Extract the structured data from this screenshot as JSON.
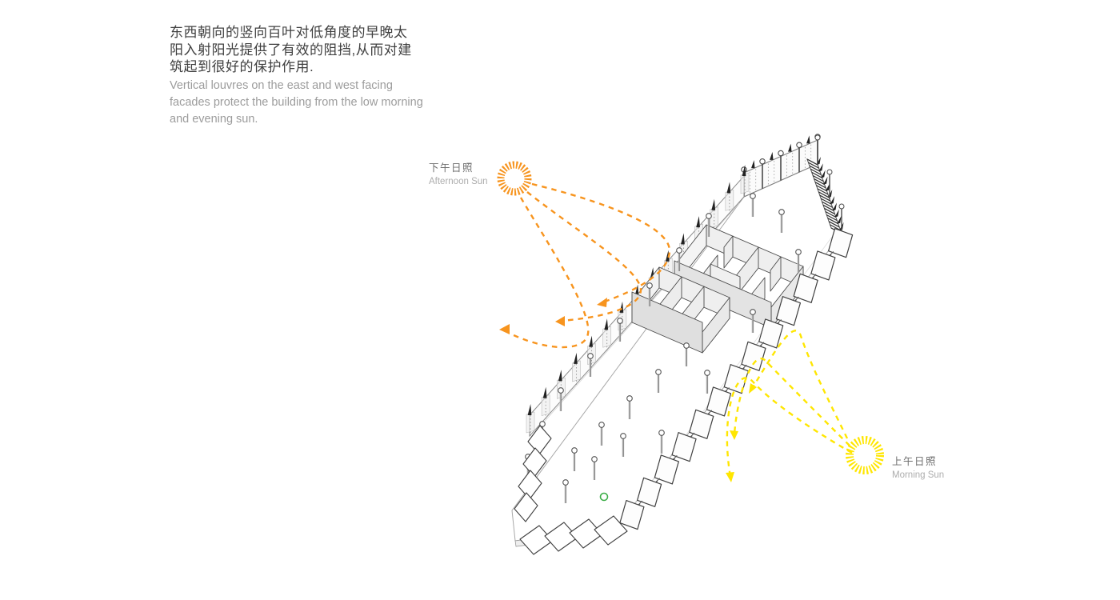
{
  "intro": {
    "zh_lines": [
      "东西朝向的竖向百叶对低角度的早晚太",
      "阳入射阳光提供了有效的阻挡,从而对建",
      "筑起到很好的保护作用."
    ],
    "en_lines": [
      "Vertical louvres on the east and west facing",
      "facades protect the building from the low morning",
      "and evening sun."
    ]
  },
  "sun_labels": {
    "afternoon": {
      "zh": "下午日照",
      "en": "Afternoon Sun"
    },
    "morning": {
      "zh": "上午日照",
      "en": "Morning Sun"
    }
  },
  "colors": {
    "afternoon_sun": "#F7941E",
    "morning_sun": "#FFE600",
    "marker_green": "#3DAE49"
  }
}
